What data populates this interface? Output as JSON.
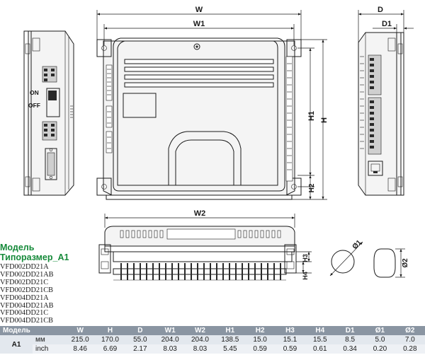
{
  "dims": {
    "W": "W",
    "W1": "W1",
    "W2": "W2",
    "H": "H",
    "H1": "H1",
    "H2": "H2",
    "H3": "H3",
    "H4": "H4",
    "D": "D",
    "D1": "D1",
    "O1": "Ø1",
    "O2": "Ø2"
  },
  "side_labels": {
    "on": "ON",
    "off": "OFF"
  },
  "model_heading": [
    "Модель",
    "Типоразмер_А1"
  ],
  "models": [
    "VFD002DD21A",
    "VFD002DD21AB",
    "VFD002DD21C",
    "VFD002DD21CB",
    "VFD004DD21A",
    "VFD004DD21AB",
    "VFD004DD21C",
    "VFD004DD21CB"
  ],
  "table": {
    "corner": "Модель",
    "columns": [
      "W",
      "H",
      "D",
      "W1",
      "W2",
      "H1",
      "H2",
      "H3",
      "H4",
      "D1",
      "Ø1",
      "Ø2"
    ],
    "group": "A1",
    "rows": [
      {
        "unit": "мм",
        "values": [
          "215.0",
          "170.0",
          "55.0",
          "204.0",
          "204.0",
          "138.5",
          "15.0",
          "15.1",
          "15.5",
          "8.5",
          "5.0",
          "7.0"
        ]
      },
      {
        "unit": "inch",
        "values": [
          "8.46",
          "6.69",
          "2.17",
          "8.03",
          "8.03",
          "5.45",
          "0.59",
          "0.59",
          "0.61",
          "0.34",
          "0.20",
          "0.28"
        ]
      }
    ]
  }
}
